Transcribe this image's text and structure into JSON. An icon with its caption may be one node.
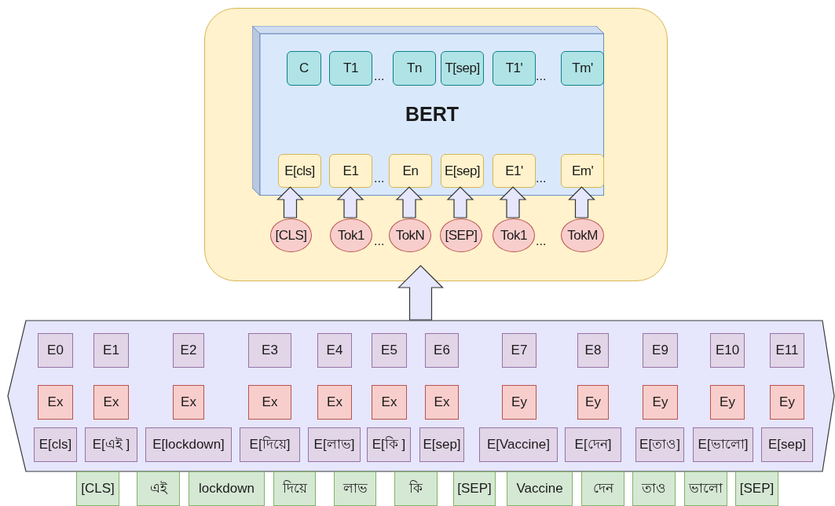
{
  "diagram": {
    "nodes": [
      {
        "text": [],
        "shape": "box"
      },
      {
        "text": [
          "BERT"
        ],
        "in": 0
      },
      {
        "text": [
          "C"
        ],
        "in": 1
      },
      {
        "text": [
          "T1"
        ],
        "in": 1
      },
      {
        "text": [
          "Tn"
        ],
        "in": 1
      },
      {
        "text": [
          "T[sep]"
        ],
        "in": 1
      },
      {
        "text": [
          "T1'"
        ],
        "in": 1
      },
      {
        "text": [
          "Tm'"
        ],
        "in": 1
      },
      {
        "text": [
          "E[cls]"
        ],
        "in": 1
      },
      {
        "text": [
          "E1"
        ],
        "in": 1
      },
      {
        "text": [
          "En"
        ],
        "in": 1
      },
      {
        "text": [
          "E[sep]"
        ],
        "in": 1
      },
      {
        "text": [
          "E1'"
        ],
        "in": 1
      },
      {
        "text": [
          "Em'"
        ],
        "in": 1
      },
      {
        "text": [
          "[CLS]"
        ],
        "in": 0
      },
      {
        "text": [
          "Tok1"
        ],
        "in": 0
      },
      {
        "text": [
          "TokN"
        ],
        "in": 0
      },
      {
        "text": [
          "[SEP]"
        ],
        "in": 0
      },
      {
        "text": [
          "Tok1"
        ],
        "in": 0
      },
      {
        "text": [
          "TokM"
        ],
        "in": 0
      },
      {
        "text": [],
        "shape": "hexagon"
      },
      {
        "text": [
          "E0"
        ],
        "in": 20
      },
      {
        "text": [
          "E1"
        ],
        "in": 20
      },
      {
        "text": [
          "E2"
        ],
        "in": 20
      },
      {
        "text": [
          "E3"
        ],
        "in": 20
      },
      {
        "text": [
          "E4"
        ],
        "in": 20
      },
      {
        "text": [
          "E5"
        ],
        "in": 20
      },
      {
        "text": [
          "E6"
        ],
        "in": 20
      },
      {
        "text": [
          "E7"
        ],
        "in": 20
      },
      {
        "text": [
          "E8"
        ],
        "in": 20
      },
      {
        "text": [
          "E9"
        ],
        "in": 20
      },
      {
        "text": [
          "E10"
        ],
        "in": 20
      },
      {
        "text": [
          "E11"
        ],
        "in": 20
      },
      {
        "text": [
          "Ex"
        ],
        "in": 20
      },
      {
        "text": [
          "Ex"
        ],
        "in": 20
      },
      {
        "text": [
          "Ex"
        ],
        "in": 20
      },
      {
        "text": [
          "Ex"
        ],
        "in": 20
      },
      {
        "text": [
          "Ex"
        ],
        "in": 20
      },
      {
        "text": [
          "Ex"
        ],
        "in": 20
      },
      {
        "text": [
          "Ex"
        ],
        "in": 20
      },
      {
        "text": [
          "Ey"
        ],
        "in": 20
      },
      {
        "text": [
          "Ey"
        ],
        "in": 20
      },
      {
        "text": [
          "Ey"
        ],
        "in": 20
      },
      {
        "text": [
          "Ey"
        ],
        "in": 20
      },
      {
        "text": [
          "Ey"
        ],
        "in": 20
      },
      {
        "text": [
          "E[cls]"
        ],
        "in": 20
      },
      {
        "text": [
          "E[এই ]"
        ],
        "in": 20
      },
      {
        "text": [
          "E[lockdown]"
        ],
        "in": 20
      },
      {
        "text": [
          "E[দিয়ে]"
        ],
        "in": 20
      },
      {
        "text": [
          "E[লাভ]"
        ],
        "in": 20
      },
      {
        "text": [
          "E[কি ]"
        ],
        "in": 20
      },
      {
        "text": [
          "E[sep]"
        ],
        "in": 20
      },
      {
        "text": [
          "E[Vaccine]"
        ],
        "in": 20
      },
      {
        "text": [
          "E[দেন]"
        ],
        "in": 20
      },
      {
        "text": [
          "E[তাও]"
        ],
        "in": 20
      },
      {
        "text": [
          "E[ভালো]"
        ],
        "in": 20
      },
      {
        "text": [
          "E[sep]"
        ],
        "in": 20
      },
      {
        "text": [
          "[CLS]"
        ]
      },
      {
        "text": [
          "এই"
        ]
      },
      {
        "text": [
          "lockdown"
        ]
      },
      {
        "text": [
          "দিয়ে"
        ]
      },
      {
        "text": [
          "লাভ"
        ]
      },
      {
        "text": [
          "কি"
        ]
      },
      {
        "text": [
          "[SEP]"
        ]
      },
      {
        "text": [
          "Vaccine"
        ]
      },
      {
        "text": [
          "দেন"
        ]
      },
      {
        "text": [
          "তাও"
        ]
      },
      {
        "text": [
          "ভালো"
        ]
      },
      {
        "text": [
          "[SEP]"
        ]
      }
    ],
    "edges": [
      {
        "from": 14,
        "to": 8,
        "arrow": "to",
        "style": "thick"
      },
      {
        "from": 15,
        "to": 9,
        "arrow": "to",
        "style": "thick"
      },
      {
        "from": 16,
        "to": 10,
        "arrow": "to",
        "style": "thick"
      },
      {
        "from": 17,
        "to": 11,
        "arrow": "to",
        "style": "thick"
      },
      {
        "from": 18,
        "to": 12,
        "arrow": "to",
        "style": "thick"
      },
      {
        "from": 19,
        "to": 13,
        "arrow": "to",
        "style": "thick"
      },
      {
        "from": 20,
        "to": 0,
        "arrow": "to",
        "style": "thick"
      }
    ],
    "labels": [
      "...",
      "...",
      "...",
      "...",
      "...",
      "..."
    ]
  }
}
